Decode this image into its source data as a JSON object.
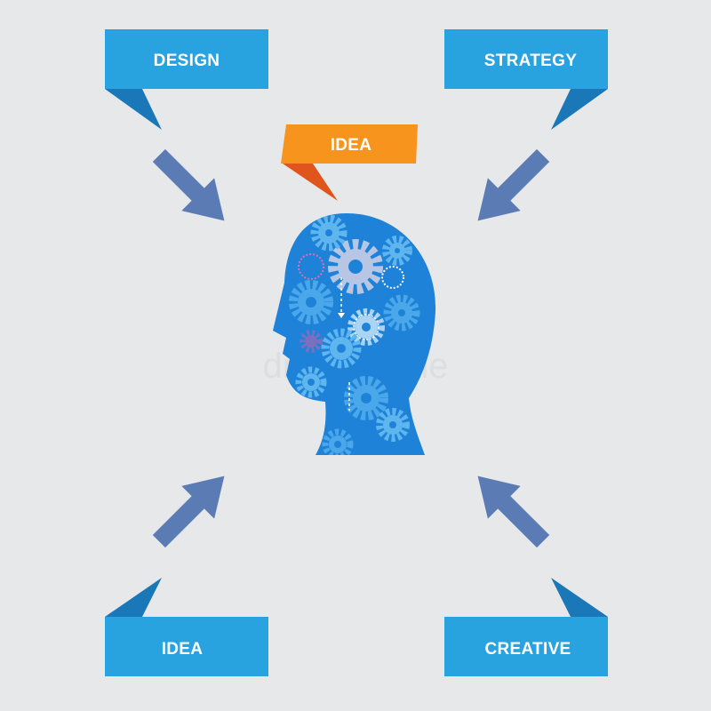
{
  "labels": {
    "top_left": "DESIGN",
    "top_right": "STRATEGY",
    "center": "IDEA",
    "bottom_left": "IDEA",
    "bottom_right": "CREATIVE"
  },
  "watermark": "dreamstime",
  "colors": {
    "background": "#e6e8ea",
    "label_blue": "#29a3e0",
    "label_blue_fold": "#1a78b9",
    "label_orange": "#f7941d",
    "label_orange_fold": "#e0551b",
    "arrow": "#5a7bb3",
    "head_blue": "#1e82d8",
    "gear_light": "#5fb6ee",
    "gear_pale": "#a9d4f3"
  }
}
